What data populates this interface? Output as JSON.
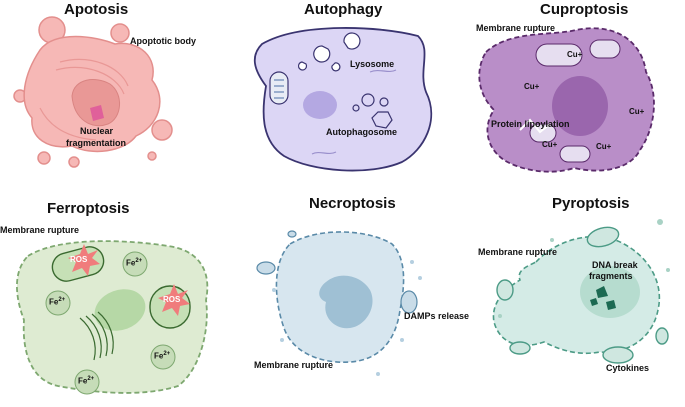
{
  "panels": {
    "apoptosis": {
      "title": "Apotosis",
      "labels": [
        "Apoptotic body",
        "Nuclear",
        "fragmentation"
      ]
    },
    "autophagy": {
      "title": "Autophagy",
      "labels": [
        "Lysosome",
        "Autophagosome"
      ]
    },
    "cuproptosis": {
      "title": "Cuproptosis",
      "labels": [
        "Membrane rupture",
        "Protein lipoylation"
      ],
      "copper_labels": [
        "Cu+",
        "Cu+",
        "Cu+",
        "Cu+",
        "Cu+"
      ]
    },
    "ferroptosis": {
      "title": "Ferroptosis",
      "labels": [
        "Membrane rupture"
      ],
      "ros_labels": [
        "ROS",
        "ROS"
      ],
      "iron_labels": [
        "Fe",
        "Fe",
        "Fe",
        "Fe"
      ],
      "iron_charge": "2+"
    },
    "necroptosis": {
      "title": "Necroptosis",
      "labels": [
        "DAMPs release",
        "Membrane rupture"
      ]
    },
    "pyroptosis": {
      "title": "Pyroptosis",
      "labels": [
        "Membrane rupture",
        "DNA break",
        "fragments",
        "Cytokines"
      ]
    }
  },
  "colors": {
    "apoptosis_cell": "#f6b8b6",
    "apoptosis_nucleus": "#e99896",
    "autophagy_cell": "#dcd6f5",
    "cuproptosis_cell": "#b98ec8",
    "ferroptosis_cell": "#deebd2",
    "necroptosis_cell": "#d7e6ef",
    "pyroptosis_cell": "#d4ebe6",
    "ros_burst": "#f07c7c"
  }
}
